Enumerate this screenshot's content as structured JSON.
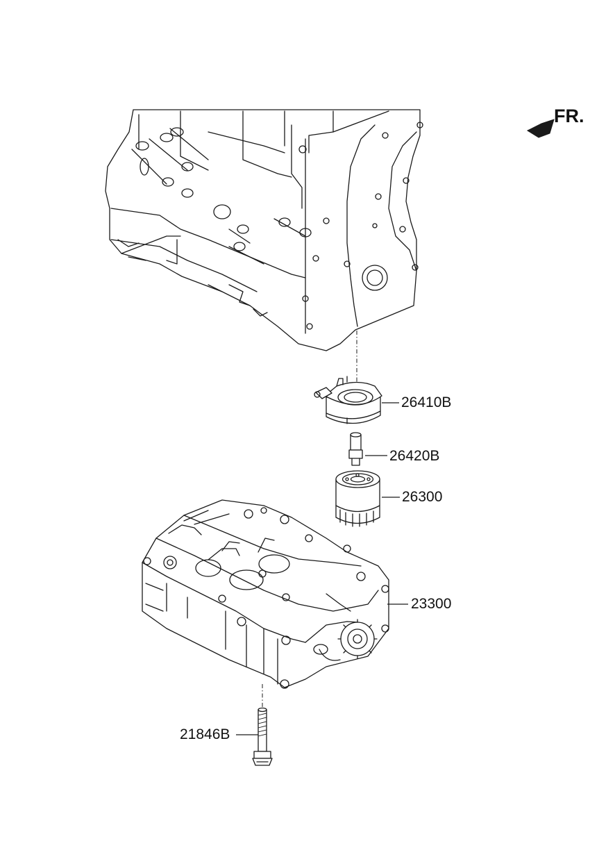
{
  "direction": {
    "text": "FR."
  },
  "callouts": [
    {
      "id": "26410B",
      "text": "26410B"
    },
    {
      "id": "26420B",
      "text": "26420B"
    },
    {
      "id": "26300",
      "text": "26300"
    },
    {
      "id": "23300",
      "text": "23300"
    },
    {
      "id": "21846B",
      "text": "21846B"
    }
  ],
  "colors": {
    "line": "#1a1a1a",
    "background": "#ffffff"
  }
}
